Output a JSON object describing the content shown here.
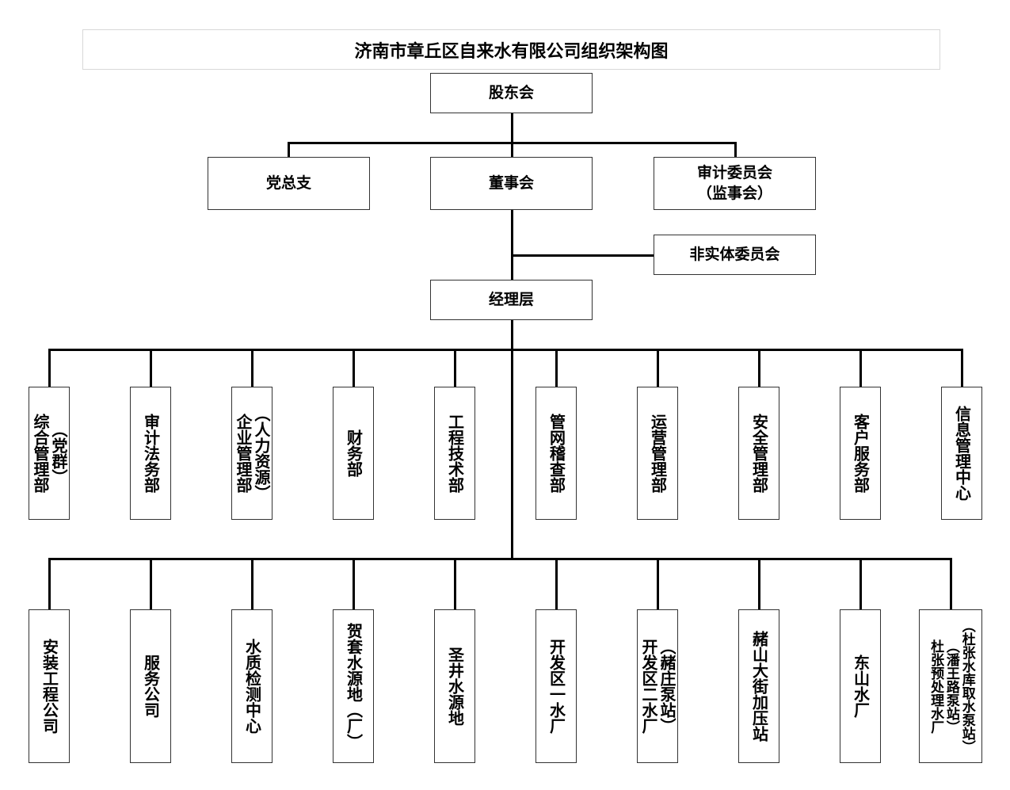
{
  "title": "济南市章丘区自来水有限公司组织架构图",
  "top": {
    "shareholders": "股东会",
    "party_branch": "党总支",
    "board": "董事会",
    "audit_committee": [
      "审计委员会",
      "（监事会）"
    ],
    "non_entity_committee": "非实体委员会",
    "management": "经理层"
  },
  "departments": [
    {
      "columns": [
        "综合管理部",
        "（党群）"
      ]
    },
    {
      "columns": [
        "审计法务部"
      ]
    },
    {
      "columns": [
        "企业管理部",
        "（人力资源）"
      ]
    },
    {
      "columns": [
        "财务部"
      ]
    },
    {
      "columns": [
        "工程技术部"
      ]
    },
    {
      "columns": [
        "管网稽查部"
      ]
    },
    {
      "columns": [
        "运营管理部"
      ]
    },
    {
      "columns": [
        "安全管理部"
      ]
    },
    {
      "columns": [
        "客户服务部"
      ]
    },
    {
      "columns": [
        "信息管理中心"
      ]
    }
  ],
  "units": [
    {
      "columns": [
        "安装工程公司"
      ]
    },
    {
      "columns": [
        "服务公司"
      ]
    },
    {
      "columns": [
        "水质检测中心"
      ]
    },
    {
      "columns": [
        "贺套水源地（厂）"
      ]
    },
    {
      "columns": [
        "圣井水源地"
      ]
    },
    {
      "columns": [
        "开发区一水厂"
      ]
    },
    {
      "columns": [
        "开发区二水厂",
        "（赭庄泵站）"
      ]
    },
    {
      "columns": [
        "赭山大街加压站"
      ]
    },
    {
      "columns": [
        "东山水厂"
      ]
    },
    {
      "columns": [
        "杜张预处理水厂",
        "（潘王路泵站）",
        "（杜张水库取水泵站）"
      ]
    }
  ]
}
